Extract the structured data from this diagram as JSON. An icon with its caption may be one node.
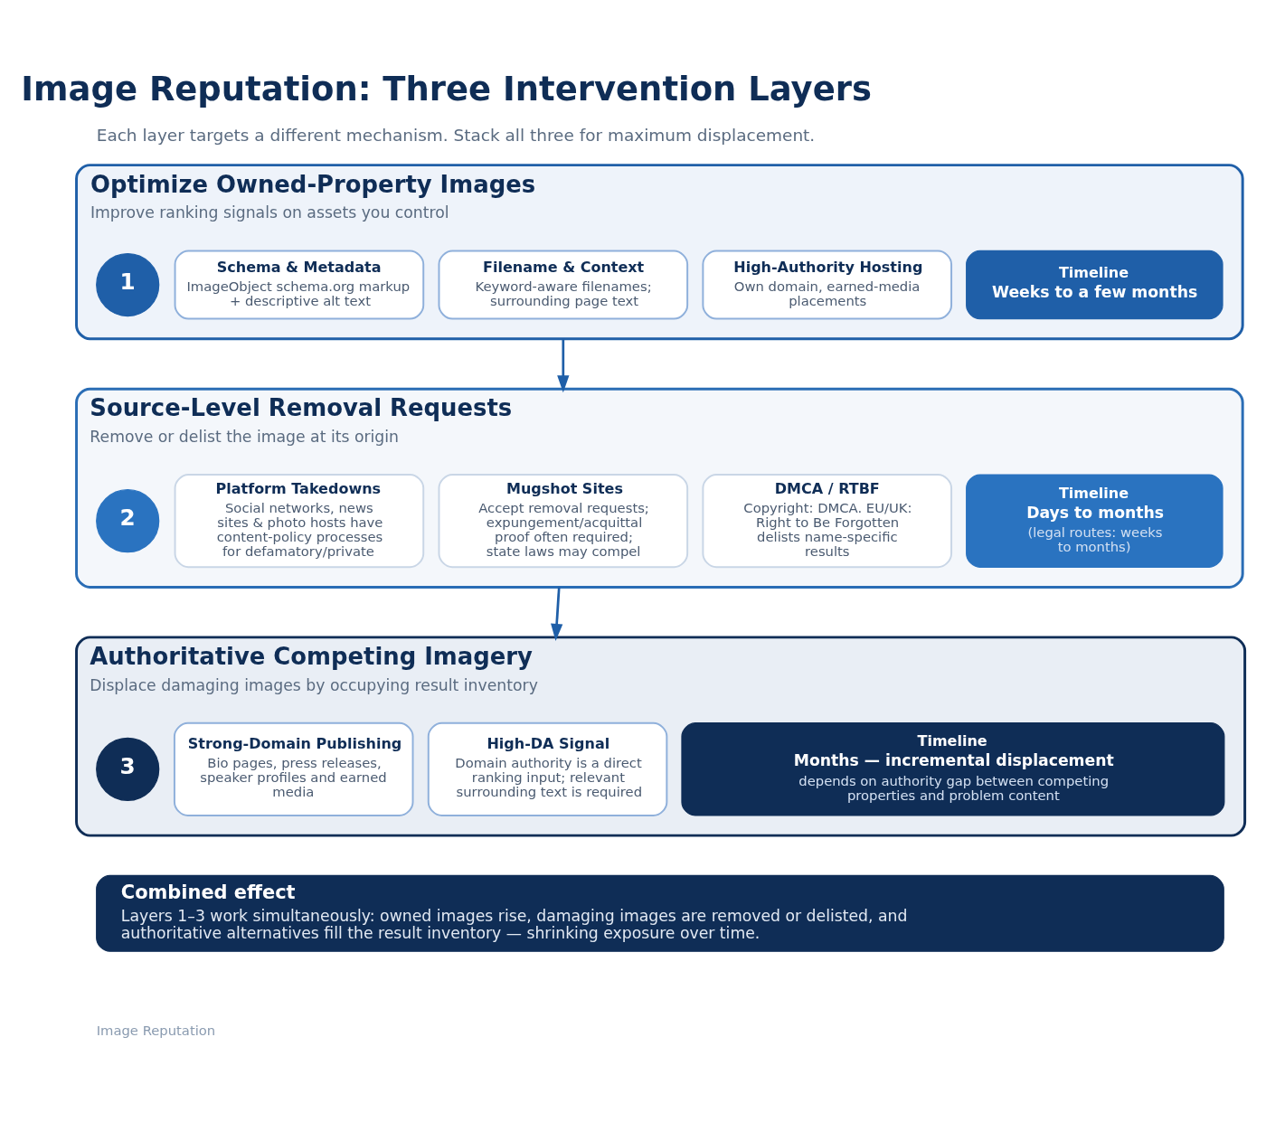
{
  "diagram": {
    "title": "Image Reputation: Three Intervention Layers",
    "nodes": [
      {
        "text": [
          "Optimize Owned-Property Images",
          "Improve ranking signals on assets you control"
        ]
      },
      {
        "text": [
          "1"
        ],
        "in": 0
      },
      {
        "text": [
          "Schema & Metadata",
          "ImageObject schema.org markup + descriptive alt text"
        ],
        "in": 0
      },
      {
        "text": [
          "Filename & Context",
          "Keyword-aware filenames; surrounding page text"
        ],
        "in": 0
      },
      {
        "text": [
          "High-Authority Hosting",
          "Own domain, earned-media placements"
        ],
        "in": 0
      },
      {
        "text": [
          "Timeline",
          "Weeks to a few months"
        ],
        "in": 0
      },
      {
        "text": [
          "Source-Level Removal Requests",
          "Remove or delist the image at its origin"
        ]
      },
      {
        "text": [
          "2"
        ],
        "in": 6
      },
      {
        "text": [
          "Platform Takedowns",
          "Social networks, news sites & photo hosts have content-policy processes for defamatory/private"
        ],
        "in": 6
      },
      {
        "text": [
          "Mugshot Sites",
          "Accept removal requests; expungement/acquittal proof often required; state laws may compel"
        ],
        "in": 6
      },
      {
        "text": [
          "DMCA / RTBF",
          "Copyright: DMCA. EU/UK: Right to Be Forgotten delists name-specific results"
        ],
        "in": 6
      },
      {
        "text": [
          "Timeline",
          "Days to months",
          "(legal routes: weeks to months)"
        ],
        "in": 6
      },
      {
        "text": [
          "Authoritative Competing Imagery",
          "Displace damaging images by occupying result inventory"
        ]
      },
      {
        "text": [
          "3"
        ],
        "in": 12
      },
      {
        "text": [
          "Strong-Domain Publishing",
          "Bio pages, press releases, speaker profiles and earned media"
        ],
        "in": 12
      },
      {
        "text": [
          "High-DA Signal",
          "Domain authority is a direct ranking input; relevant surrounding text is required"
        ],
        "in": 12
      },
      {
        "text": [
          "Timeline",
          "Months — incremental displacement",
          "depends on authority gap between competing properties and problem content"
        ],
        "in": 12
      },
      {
        "text": [
          "Combined effect",
          "Layers 1–3 work simultaneously: owned images rise, damaging images are removed or delisted, and authoritative alternatives fill the result inventory — shrinking exposure over time."
        ]
      }
    ],
    "edges": [
      {
        "from": 0,
        "to": 6,
        "arrow": "to"
      },
      {
        "from": 6,
        "to": 12,
        "arrow": "to"
      }
    ],
    "labels": [
      "Each layer targets a different mechanism. Stack all three for maximum displacement.",
      "Image Reputation"
    ]
  }
}
